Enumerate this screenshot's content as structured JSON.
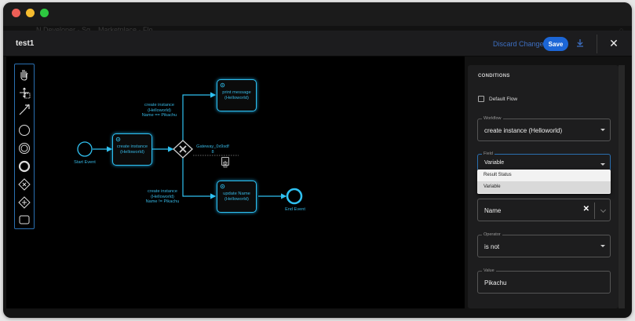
{
  "window": {
    "faint_left": "N  Developer  ·  Sg...  Marketplace  ·  Flo...",
    "faint_right": "○"
  },
  "header": {
    "title": "test1",
    "discard_label": "Discard Changes",
    "save_label": "Save",
    "close_glyph": "✕"
  },
  "palette": {
    "items": [
      "hand-tool-icon",
      "lasso-tool-icon",
      "connect-tool-icon",
      "start-event-icon",
      "intermediate-event-icon",
      "end-event-icon",
      "exclusive-gateway-icon",
      "parallel-gateway-icon",
      "task-icon"
    ]
  },
  "diagram": {
    "start_event": "Start Event",
    "end_event": "End Event",
    "task_create": [
      "create instance",
      "(Helloworld)"
    ],
    "task_print": [
      "print message",
      "(Helloworld)"
    ],
    "task_update": [
      "update Name",
      "(Helloworld)"
    ],
    "gateway_label": [
      "Gateway_0x9sdf",
      "8"
    ],
    "flow_top": [
      "create instance",
      "(Helloworld)",
      "Name == Pikachu"
    ],
    "flow_bottom": [
      "create instance",
      "(Helloworld)",
      "Name != Pikachu"
    ]
  },
  "panel": {
    "heading": "CONDITIONS",
    "default_flow_label": "Default Flow",
    "default_flow_checked": false,
    "workflow": {
      "legend": "Workflow",
      "value": "create instance (Helloworld)"
    },
    "field": {
      "legend": "Field",
      "value": "Variable",
      "options": [
        "Result Status",
        "Variable"
      ],
      "highlighted": "Variable"
    },
    "variable": {
      "value": "Name",
      "clear_glyph": "✕"
    },
    "operator": {
      "legend": "Operator",
      "value": "is not"
    },
    "value": {
      "legend": "Value",
      "value": "Pikachu"
    }
  },
  "colors": {
    "accent": "#2fc0f0",
    "save": "#1c66d6",
    "link": "#3d6fc2"
  }
}
